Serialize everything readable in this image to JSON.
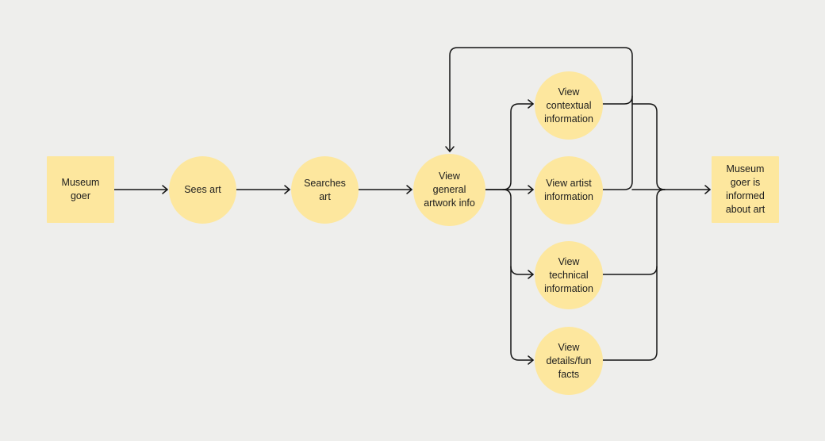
{
  "diagram": {
    "nodes": {
      "museum_goer": "Museum\ngoer",
      "sees_art": "Sees art",
      "searches_art": "Searches\nart",
      "view_general": "View\ngeneral\nartwork info",
      "view_contextual": "View\ncontextual\ninformation",
      "view_artist": "View artist\ninformation",
      "view_technical": "View\ntechnical\ninformation",
      "view_details": "View\ndetails/fun\nfacts",
      "informed": "Museum\ngoer is\ninformed\nabout art"
    },
    "colors": {
      "background": "#eeeeec",
      "node_fill": "#fde79e",
      "edge": "#141414"
    }
  }
}
